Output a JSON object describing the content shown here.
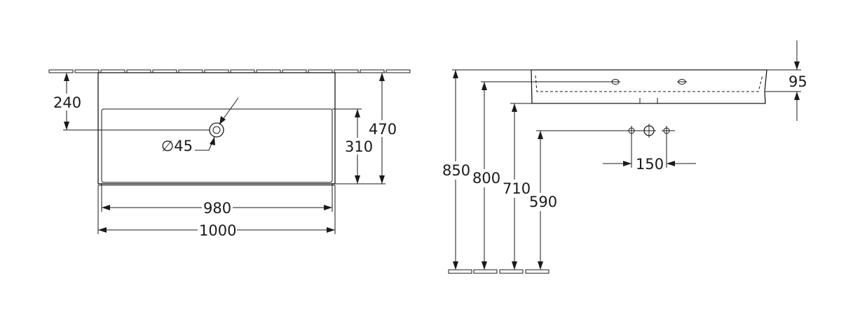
{
  "top_view": {
    "dim_240": "240",
    "dim_470": "470",
    "dim_310": "310",
    "dim_diam": "∅45",
    "dim_980": "980",
    "dim_1000": "1000"
  },
  "side_view": {
    "dim_95": "95",
    "dim_850": "850",
    "dim_800": "800",
    "dim_710": "710",
    "dim_590": "590",
    "dim_150": "150"
  },
  "colors": {
    "line": "#1a1a1a",
    "background": "#ffffff"
  }
}
